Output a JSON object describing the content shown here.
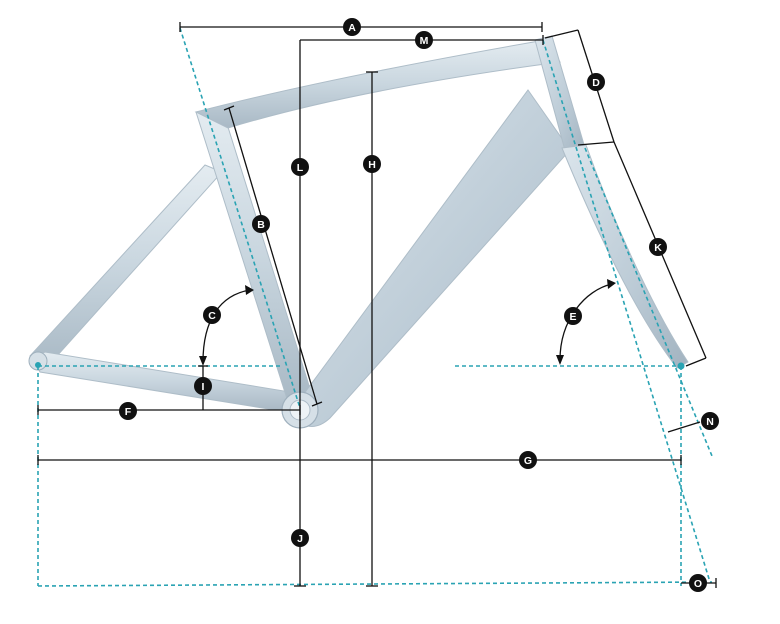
{
  "diagram": {
    "labels": {
      "A": "A",
      "B": "B",
      "C": "C",
      "D": "D",
      "E": "E",
      "F": "F",
      "G": "G",
      "H": "H",
      "I": "I",
      "J": "J",
      "K": "K",
      "L": "L",
      "M": "M",
      "N": "N",
      "O": "O"
    },
    "colors": {
      "guide_dashed": "#2aa3b3",
      "dimension_line": "#111111",
      "frame": "#c9d6df",
      "frame_shadow": "#9fb0bd"
    }
  }
}
